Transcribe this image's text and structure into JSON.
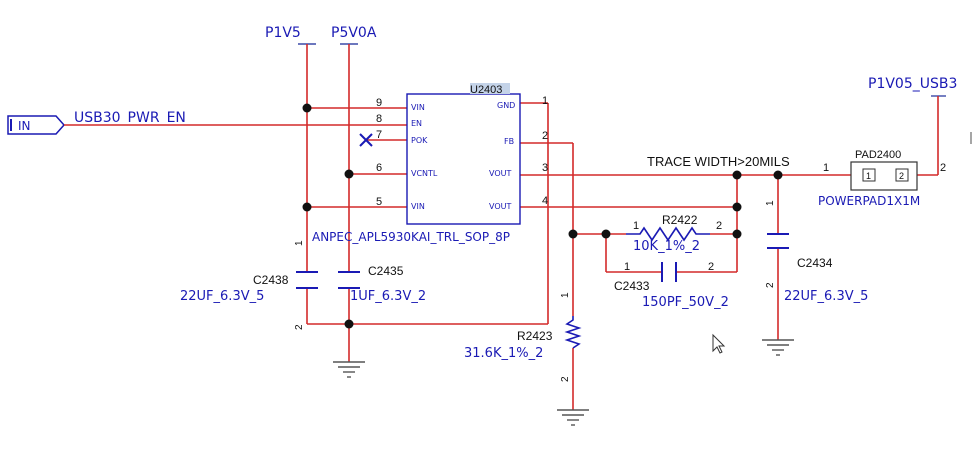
{
  "power_rails": {
    "p1v5": "P1V5",
    "p5v0a": "P5V0A",
    "p1v05": "P1V05_USB3"
  },
  "input_port": {
    "direction": "IN",
    "net": "USB30_PWR_EN"
  },
  "ic": {
    "refdes": "U2403",
    "part": "ANPEC_APL5930KAI_TRL_SOP_8P",
    "left_pins": [
      {
        "num": "9",
        "name": "VIN"
      },
      {
        "num": "8",
        "name": "EN"
      },
      {
        "num": "7",
        "name": "POK"
      },
      {
        "num": "6",
        "name": "VCNTL"
      },
      {
        "num": "5",
        "name": "VIN"
      }
    ],
    "right_pins": [
      {
        "num": "1",
        "name": "GND"
      },
      {
        "num": "2",
        "name": "FB"
      },
      {
        "num": "3",
        "name": "VOUT"
      },
      {
        "num": "4",
        "name": "VOUT"
      }
    ]
  },
  "trace_note": "TRACE WIDTH>20MILS",
  "pad": {
    "refdes": "PAD2400",
    "part": "POWERPAD1X1M",
    "pin1": "1",
    "pin2": "2",
    "pin_left": "1",
    "pin_right": "2"
  },
  "components": {
    "c2438": {
      "ref": "C2438",
      "value": "22UF_6.3V_5",
      "pin1": "1",
      "pin2": "2"
    },
    "c2435": {
      "ref": "C2435",
      "value": "1UF_6.3V_2"
    },
    "c2434": {
      "ref": "C2434",
      "value": "22UF_6.3V_5",
      "pin1": "1",
      "pin2": "2"
    },
    "r2422": {
      "ref": "R2422",
      "value": "10K_1%_2",
      "pin1": "1",
      "pin2": "2"
    },
    "c2433": {
      "ref": "C2433",
      "value": "150PF_50V_2",
      "pin1": "1",
      "pin2": "2"
    },
    "r2423": {
      "ref": "R2423",
      "value": "31.6K_1%_2",
      "pin1": "1",
      "pin2": "2"
    }
  },
  "colors": {
    "wire": "#d42a2a",
    "label": "#1a1ab4",
    "junction": "#111111"
  }
}
